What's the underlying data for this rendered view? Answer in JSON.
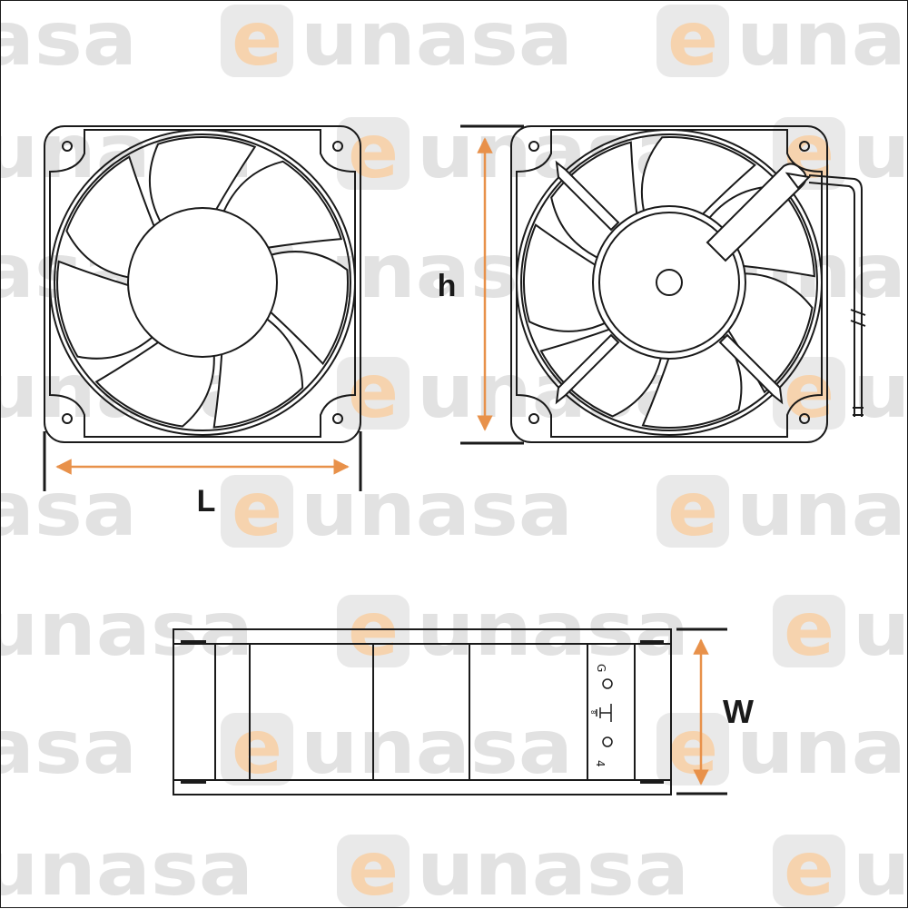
{
  "watermark": {
    "letter": "e",
    "text": "unasa",
    "text_color": "#e2e2e2",
    "badge_color": "#e9e9e9",
    "accent_color": "#f6d3ae"
  },
  "dimensions": {
    "length_label": "L",
    "height_label": "h",
    "width_label": "W"
  },
  "terminal_marks": [
    "G",
    "8",
    "4"
  ],
  "colors": {
    "line": "#1a1a1a",
    "arrow": "#e8914a",
    "background": "#ffffff"
  }
}
